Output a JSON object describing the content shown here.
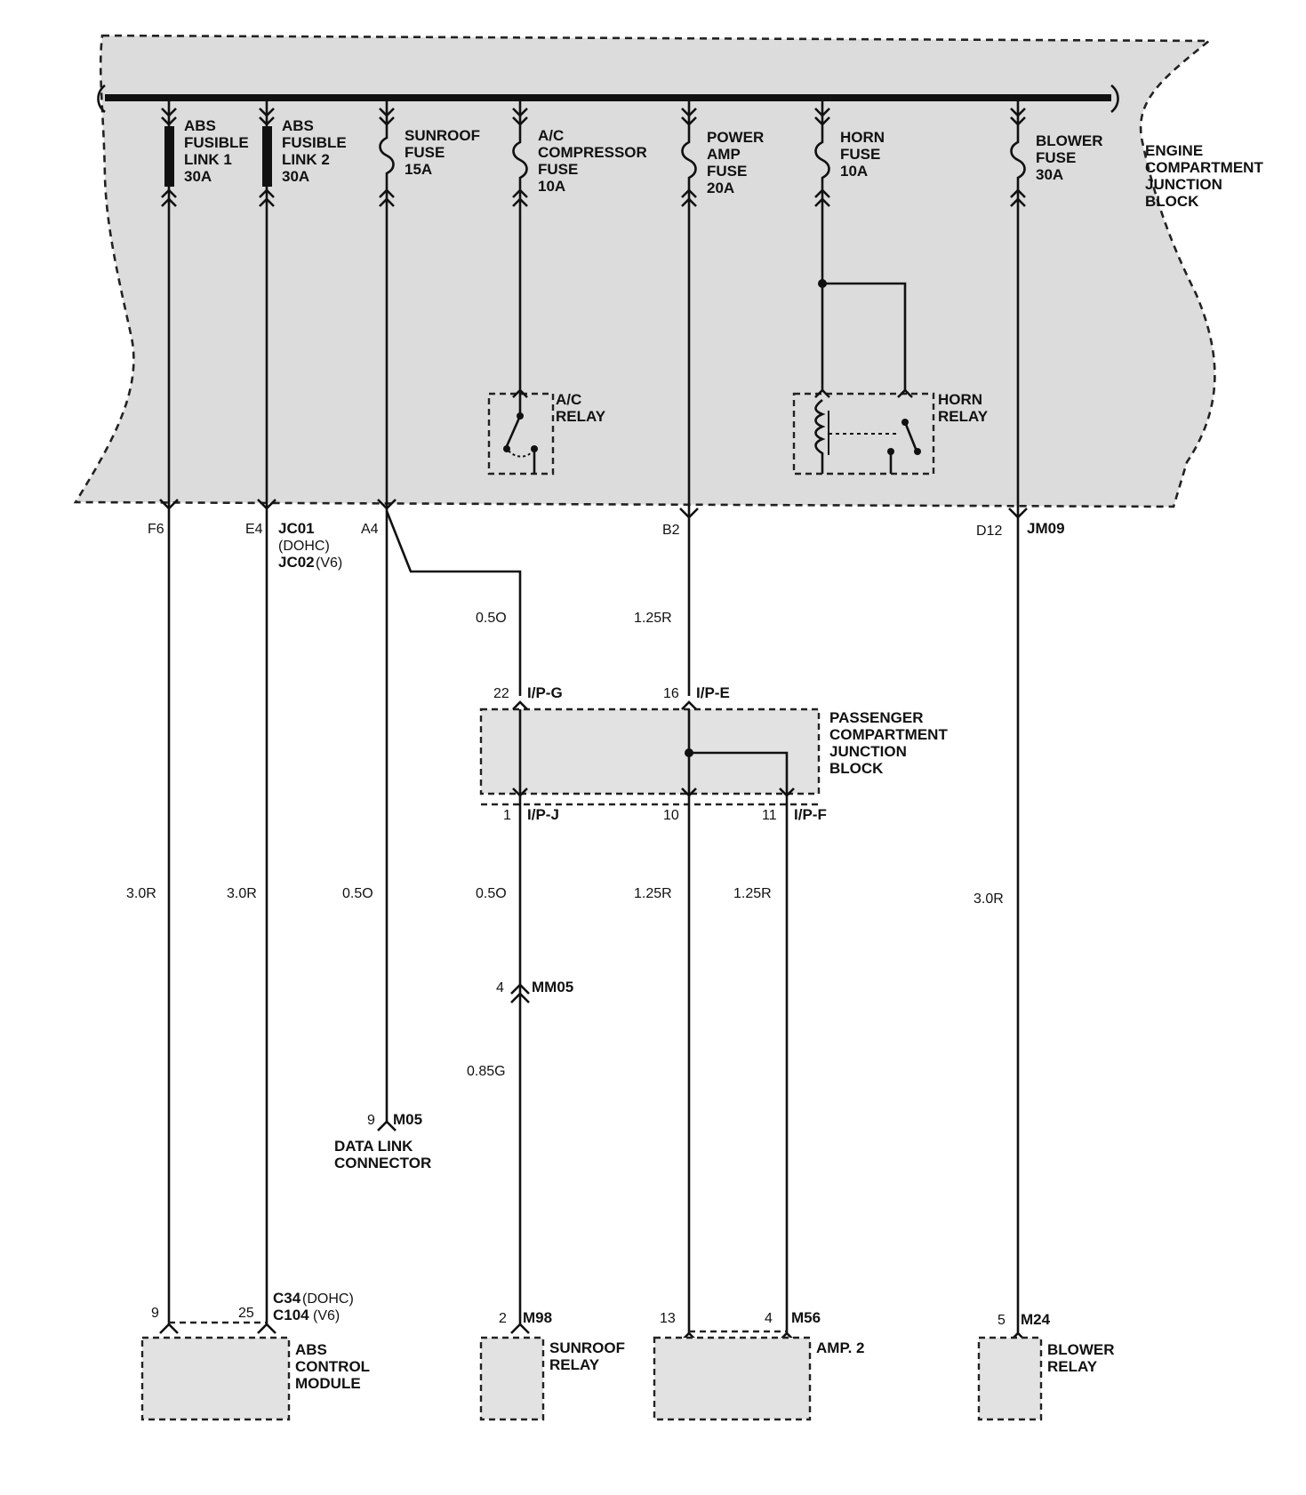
{
  "engine_block": {
    "label": [
      "ENGINE",
      "COMPARTMENT",
      "JUNCTION",
      "BLOCK"
    ]
  },
  "fuses": [
    {
      "lines": [
        "ABS",
        "FUSIBLE",
        "LINK 1",
        "30A"
      ]
    },
    {
      "lines": [
        "ABS",
        "FUSIBLE",
        "LINK 2",
        "30A"
      ]
    },
    {
      "lines": [
        "SUNROOF",
        "FUSE",
        "15A"
      ]
    },
    {
      "lines": [
        "A/C",
        "COMPRESSOR",
        "FUSE",
        "10A"
      ]
    },
    {
      "lines": [
        "POWER",
        "AMP",
        "FUSE",
        "20A"
      ]
    },
    {
      "lines": [
        "HORN",
        "FUSE",
        "10A"
      ]
    },
    {
      "lines": [
        "BLOWER",
        "FUSE",
        "30A"
      ]
    }
  ],
  "relays": {
    "ac": [
      "A/C",
      "RELAY"
    ],
    "horn": [
      "HORN",
      "RELAY"
    ]
  },
  "engine_pins": {
    "f6": "F6",
    "e4": "E4",
    "a4": "A4",
    "b2": "B2",
    "d12": "D12",
    "jc01": "JC01",
    "dohc": "(DOHC)",
    "jc02": "JC02",
    "v6": "(V6)",
    "jm09": "JM09"
  },
  "passenger_block": {
    "label": [
      "PASSENGER",
      "COMPARTMENT",
      "JUNCTION",
      "BLOCK"
    ],
    "pins": {
      "p22": "22",
      "ipg": "I/P-G",
      "p16": "16",
      "ipe": "I/P-E",
      "p1": "1",
      "ipj": "I/P-J",
      "p10": "10",
      "p11": "11",
      "ipf": "I/P-F"
    }
  },
  "wires": {
    "w1": "3.0R",
    "w2": "3.0R",
    "w3": "0.5O",
    "w4top": "0.5O",
    "w4": "0.5O",
    "w4low": "0.85G",
    "w5top": "1.25R",
    "w5": "1.25R",
    "w6": "1.25R",
    "w7": "3.0R"
  },
  "mm05": {
    "pin": "4",
    "name": "MM05"
  },
  "dlc": {
    "pin": "9",
    "name": "M05",
    "label": [
      "DATA LINK",
      "CONNECTOR"
    ]
  },
  "components": {
    "abs": {
      "pin_a": "9",
      "pin_b": "25",
      "conn1": "C34",
      "conn1_note": "(DOHC)",
      "conn2": "C104",
      "conn2_note": "(V6)",
      "label": [
        "ABS",
        "CONTROL",
        "MODULE"
      ]
    },
    "sunroof": {
      "pin": "2",
      "name": "M98",
      "label": [
        "SUNROOF",
        "RELAY"
      ]
    },
    "amp": {
      "pin_a": "13",
      "pin_b": "4",
      "name": "M56",
      "label": [
        "AMP. 2"
      ]
    },
    "blower": {
      "pin": "5",
      "name": "M24",
      "label": [
        "BLOWER",
        "RELAY"
      ]
    }
  }
}
